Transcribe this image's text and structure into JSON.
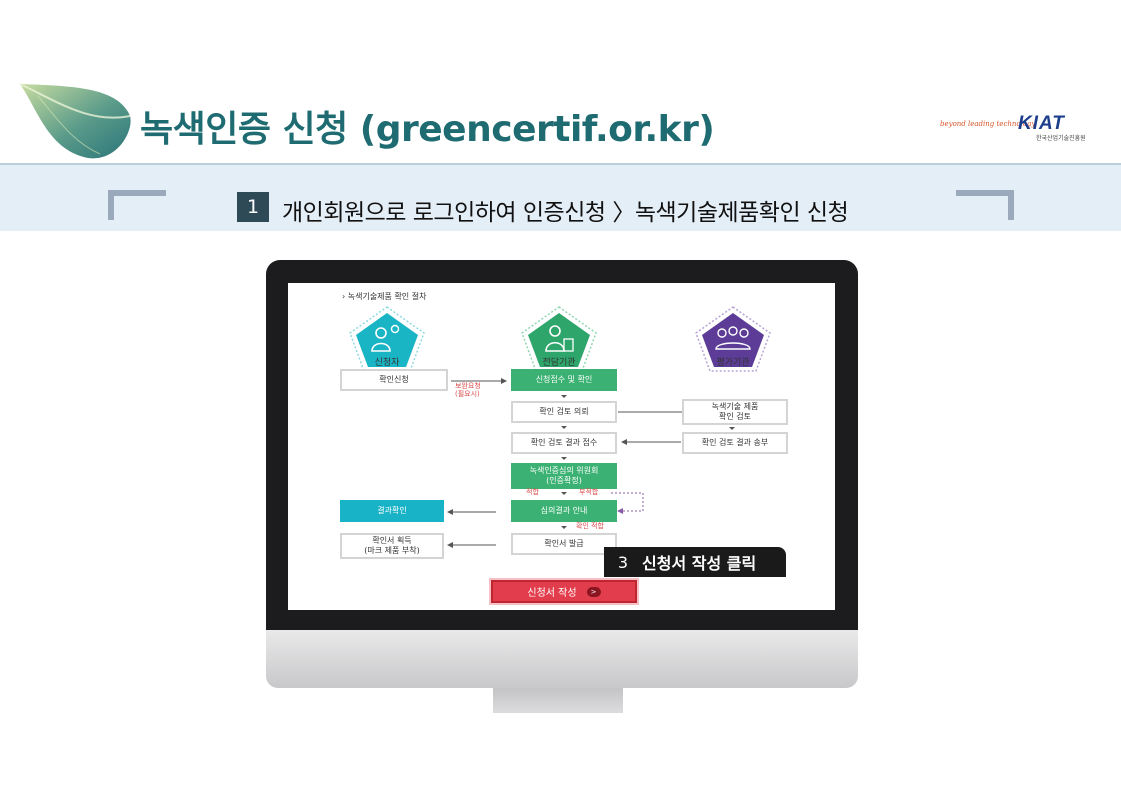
{
  "header": {
    "title": "녹색인증 신청 (greencertif.or.kr)",
    "logo": {
      "tagline": "beyond leading technology",
      "name": "KIAT",
      "subtitle": "한국산업기술진흥원"
    }
  },
  "step": {
    "number": "1",
    "text": "개인회원으로 로그인하여 인증신청 〉녹색기술제품확인 신청"
  },
  "screen": {
    "process_title": "›  녹색기술제품 확인 절차",
    "roles": {
      "applicant": "신청자",
      "agency": "전담기관",
      "evaluator": "평가기관"
    },
    "boxes": {
      "confirm_apply": "확인신청",
      "receipt": "신청접수 및 확인",
      "review_request": "확인 검토 의뢰",
      "review_result_receipt": "확인 검토 결과 접수",
      "committee_line1": "녹색인증심의 위원회",
      "committee_line2": "(인증확정)",
      "result_notice": "심의결과 안내",
      "certificate_issue": "확인서 발급",
      "result_check": "결과확인",
      "acquire_line1": "확인서 획득",
      "acquire_line2": "(마크 제품 부착)",
      "eval_product_line1": "녹색기술 제품",
      "eval_product_line2": "확인 검토",
      "eval_result_send": "확인 검토 결과 송부"
    },
    "notes": {
      "supplement_line1": "보완요청",
      "supplement_line2": "(필요시)",
      "suitable": "적합",
      "unsuitable": "부적합",
      "confirm_suitable": "확인 적합"
    },
    "apply_button": "신청서 작성",
    "apply_button_arrow": ">"
  },
  "callout": {
    "number": "3",
    "text": "신청서 작성 클릭"
  },
  "colors": {
    "title": "#1f6b72",
    "band": "#e4eef7",
    "green_box": "#3bb273",
    "teal_box": "#18b3c6",
    "red_button": "#e23d4c",
    "applicant_pentagon": "#1ab5c5",
    "agency_pentagon": "#2da56b",
    "evaluator_pentagon": "#5c3c96"
  }
}
